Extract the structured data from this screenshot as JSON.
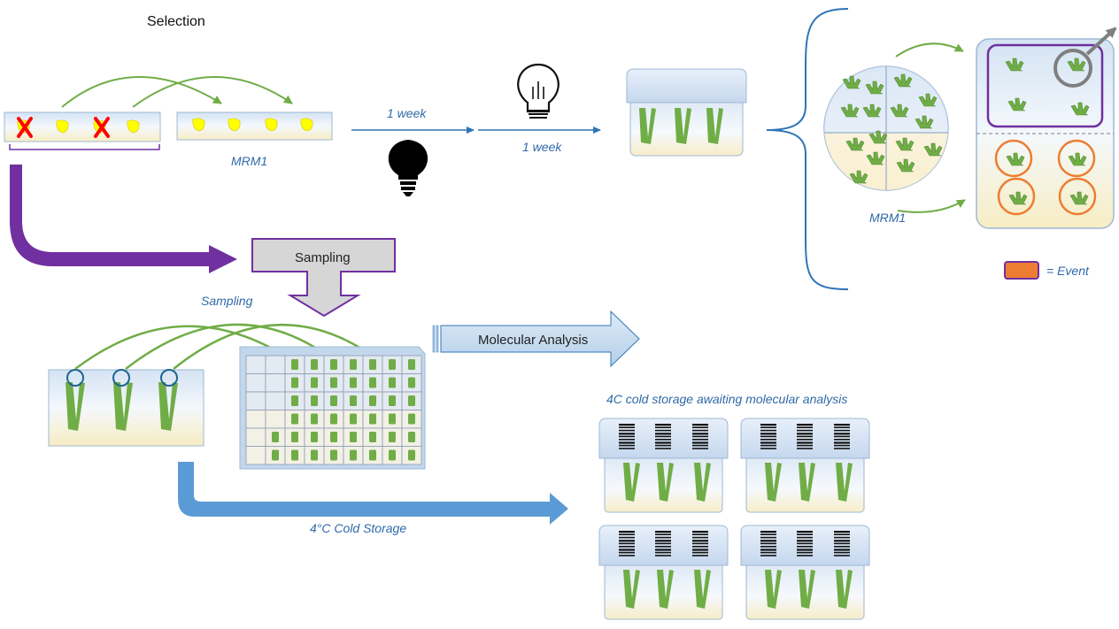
{
  "title": "Selection",
  "labels": {
    "mrm1_bottom": "MRM1",
    "week1": "1 week",
    "week2": "1 week",
    "mrm1_plate": "MRM1",
    "event": "= Event",
    "sampling_box": "Sampling",
    "sampling_italic": "Sampling",
    "molecular": "Molecular Analysis",
    "cold_note": "4C cold storage awaiting molecular analysis",
    "cold_storage": "4°C Cold Storage"
  },
  "colors": {
    "purple": "#7030a0",
    "green": "#70ad47",
    "blue_line": "#2e75b6",
    "orange": "#ed7d31",
    "cold_arrow": "#5b9bd5",
    "yellow": "#ffff00",
    "red": "#ff0000"
  },
  "icons": {
    "light_bulb": "lightbulb-on-icon",
    "dark_bulb": "lightbulb-off-icon"
  }
}
